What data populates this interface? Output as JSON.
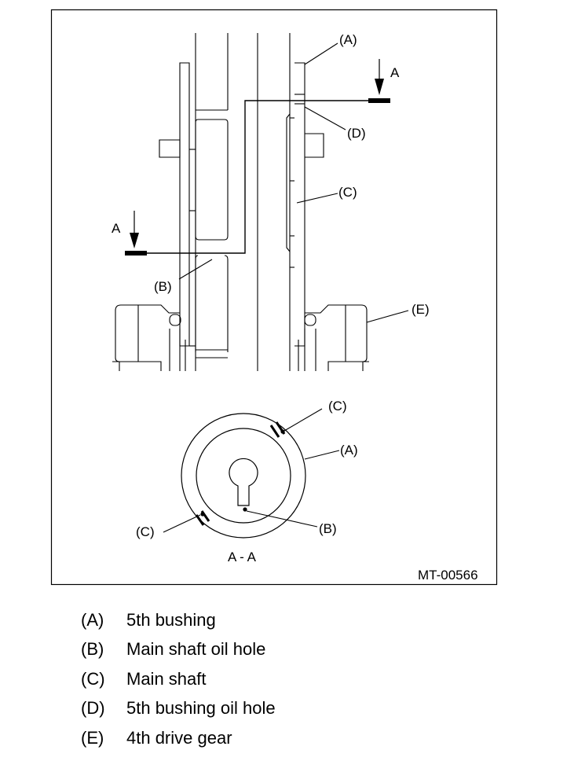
{
  "figure": {
    "code": "MT-00566",
    "section_label": "A - A",
    "arrow_label": "A",
    "callouts": {
      "A": "(A)",
      "B": "(B)",
      "C": "(C)",
      "D": "(D)",
      "E": "(E)"
    }
  },
  "legend": [
    {
      "key": "(A)",
      "text": "5th bushing"
    },
    {
      "key": "(B)",
      "text": "Main shaft oil hole"
    },
    {
      "key": "(C)",
      "text": "Main shaft"
    },
    {
      "key": "(D)",
      "text": "5th bushing oil hole"
    },
    {
      "key": "(E)",
      "text": "4th drive gear"
    }
  ]
}
